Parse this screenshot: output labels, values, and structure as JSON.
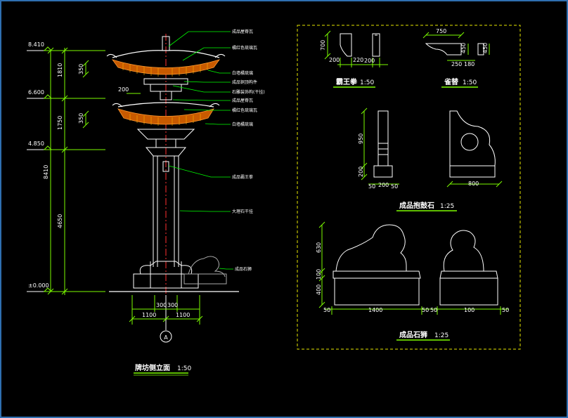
{
  "elevation": {
    "levels": [
      "8.410",
      "6.600",
      "4.850",
      "±0.000"
    ],
    "vertical_dims": [
      "1810",
      "1750",
      "8410",
      "4650"
    ],
    "small_dims": [
      "350",
      "200",
      "350"
    ],
    "bottom_dims": [
      "300",
      "300",
      "1100",
      "1100"
    ],
    "grid_label": "A",
    "callouts": [
      "成品屋脊瓦",
      "橘红色琉璃瓦",
      "白墙橘琉璃",
      "成品铜顶构件",
      "石雕装饰构(干挂)",
      "成品屋脊瓦",
      "橘红色琉璃瓦",
      "白墙橘琉璃",
      "成品霸王拳",
      "大理石干挂",
      "成品石狮"
    ],
    "title": "牌坊侧立面",
    "scale": "1:50"
  },
  "details": {
    "bawangquan": {
      "title": "霸王拳",
      "scale": "1:50",
      "dims": [
        "700",
        "200",
        "220",
        "200"
      ]
    },
    "queti": {
      "title": "雀替",
      "scale": "1:50",
      "dims": [
        "750",
        "450",
        "250",
        "180",
        "450"
      ]
    },
    "baogushi": {
      "title": "成品抱鼓石",
      "scale": "1:25",
      "dims": [
        "950",
        "200",
        "50",
        "200",
        "50",
        "800"
      ]
    },
    "shishi": {
      "title": "成品石狮",
      "scale": "1:25",
      "dims": [
        "630",
        "100",
        "400",
        "50",
        "1400",
        "50",
        "50",
        "100",
        "50"
      ]
    }
  }
}
